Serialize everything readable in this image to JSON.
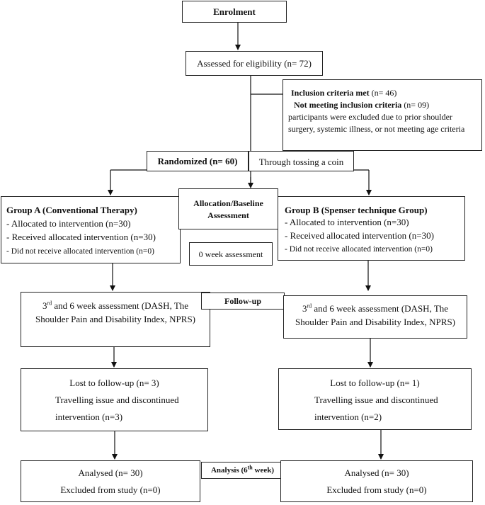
{
  "enrolment": "Enrolment",
  "assessed": "Assessed for eligibility (n= 72)",
  "inclusion": {
    "met_label": "Inclusion criteria met",
    "met_count": " (n= 46)",
    "not_label": "Not meeting inclusion criteria",
    "not_count": " (n= 09)",
    "reason_1": "participants were excluded due to prior shoulder",
    "reason_2": "surgery, systemic illness, or not meeting age criteria"
  },
  "randomized": "Randomized (n= 60)",
  "coin": "Through tossing a coin",
  "allocation": {
    "line1": "Allocation/Baseline",
    "line2": "Assessment"
  },
  "week0": "0 week assessment",
  "group_a": {
    "title": "Group A (Conventional Therapy)",
    "allocated": "- Allocated to intervention (n=30)",
    "received": "- Received allocated intervention (n=30)",
    "not_received": "- Did not receive allocated intervention (n=0)"
  },
  "group_b": {
    "title": "Group B (Spenser technique Group)",
    "allocated": "- Allocated to intervention (n=30)",
    "received": "- Received allocated intervention (n=30)",
    "not_received": "- Did not receive allocated intervention (n=0)"
  },
  "followup": "Follow-up",
  "assessment": {
    "num": "3",
    "sup": "rd",
    "rest": " and 6 week assessment (DASH, The",
    "line2": "Shoulder Pain and Disability Index, NPRS)"
  },
  "lost_a": {
    "line1": "Lost to follow-up (n= 3)",
    "line2": "Travelling issue and discontinued",
    "line3": "intervention (n=3)"
  },
  "lost_b": {
    "line1": "Lost to follow-up (n= 1)",
    "line2": "Travelling issue and discontinued",
    "line3": "intervention (n=2)"
  },
  "analysis": {
    "prefix": "Analysis (6",
    "sup": "th",
    "suffix": " week)"
  },
  "analysed": {
    "line1": "Analysed (n= 30)",
    "line2": "Excluded from study (n=0)"
  }
}
